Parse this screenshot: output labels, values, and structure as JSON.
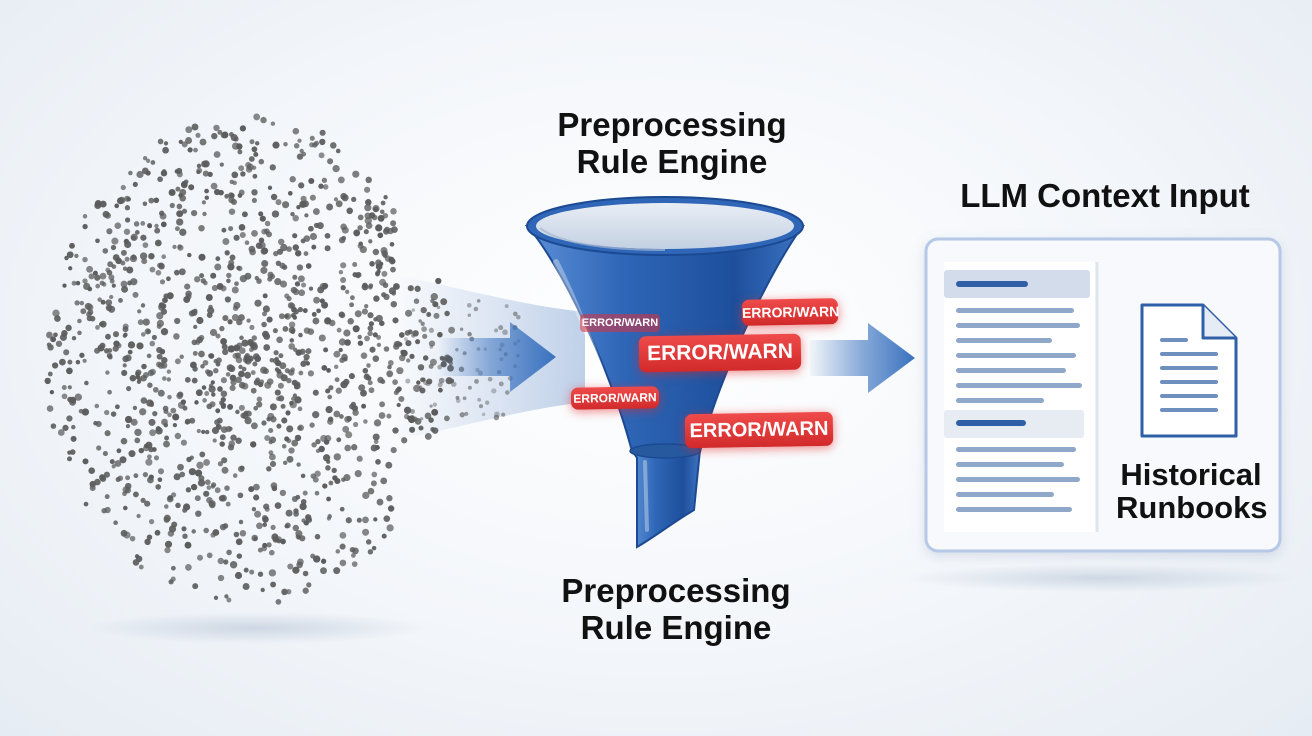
{
  "diagram": {
    "engine_title_top": [
      "Preprocessing",
      "Rule Engine"
    ],
    "engine_title_bottom": [
      "Preprocessing",
      "Rule Engine"
    ],
    "filtered_tag_text": "ERROR/WARN",
    "output_title": "LLM Context Input",
    "runbook_label": [
      "Historical",
      "Runbooks"
    ]
  },
  "colors": {
    "funnel_blue": "#2f66b7",
    "tag_red": "#e03838",
    "arrow_blue": "#3a72bf",
    "dot_gray": "#5c5c5c",
    "card_border": "#b5c8e6"
  },
  "icons": {
    "log_cloud": "dot-cloud",
    "funnel": "funnel-icon",
    "document": "document-icon"
  }
}
